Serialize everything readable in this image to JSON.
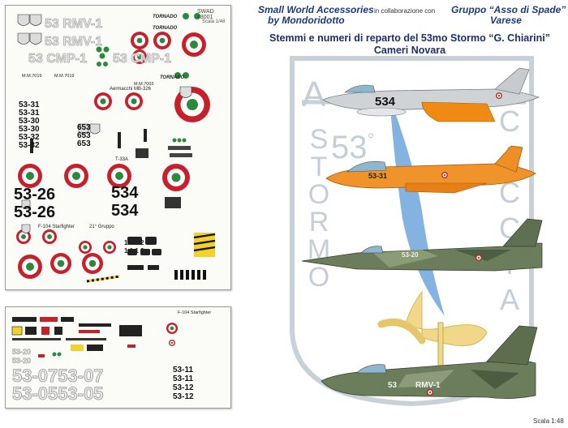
{
  "header": {
    "brand_line1": "Small World Accessories",
    "brand_line2": "by Mondoridotto",
    "collab": "in collaborazione con",
    "partner_line1": "Gruppo “Asso di Spade”",
    "partner_line2": "Varese",
    "title_line1": "Stemmi e numeri di reparto del 53mo Stormo “G. Chiarini”",
    "title_line2": "Cameri  Novara"
  },
  "emblem": {
    "left_letters": [
      "A",
      "S",
      "T",
      "O",
      "R",
      "M",
      "O"
    ],
    "right_letters": [
      "C",
      "A",
      "C",
      "C",
      "I",
      "A"
    ],
    "number": "53",
    "degree": "°"
  },
  "aircraft": {
    "a1_code": "534",
    "a3_code": "53-20",
    "a4_code": "53",
    "a4_code2": "RMV-1"
  },
  "sheet_top": {
    "code": "SWAD 48001",
    "scale": "Scala 1/48",
    "rmv": "53 RMV-1",
    "cmp": "53 CMP-1",
    "tornado": "TORNADO",
    "mb326": "Aermacchi MB-326",
    "mm7019": "M.M.7019",
    "mm7003": "M.M.7003",
    "codes_left": [
      "53-31",
      "53-31",
      "53-30",
      "53-30",
      "53-32",
      "53-32"
    ],
    "codes_mid": [
      "653",
      "653",
      "653"
    ],
    "big_2626a": "53-26",
    "big_534a": "534",
    "big_2626b": "53-26",
    "big_534b": "534",
    "f104": "F-104 Starfighter",
    "gruppo": "21° Gruppo",
    "t33": "T-33A",
    "nums": [
      "1 1 1 2",
      "1 1 1 2"
    ]
  },
  "sheet_bot": {
    "f104": "F-104 Starfighter",
    "big1": "53-0753-07",
    "big2": "53-0553-05",
    "small_codes": [
      "53-20",
      "53-20"
    ],
    "right_codes": [
      "53-11",
      "53-11",
      "53-12",
      "53-12"
    ]
  },
  "footer": {
    "scale": "Scala 1:48"
  }
}
